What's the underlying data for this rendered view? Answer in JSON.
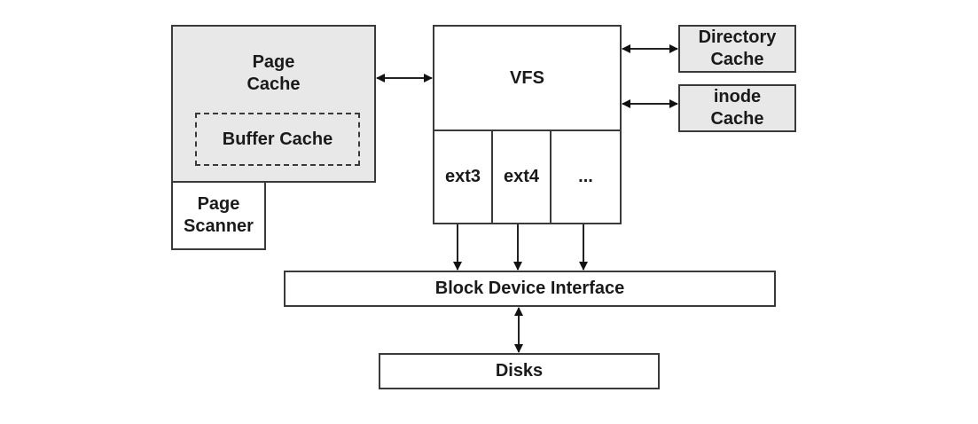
{
  "diagram": {
    "nodes": {
      "page_cache": "Page\nCache",
      "buffer_cache": "Buffer Cache",
      "page_scanner": "Page\nScanner",
      "vfs": "VFS",
      "ext3": "ext3",
      "ext4": "ext4",
      "more_fs": "...",
      "directory_cache": "Directory\nCache",
      "inode_cache": "inode\nCache",
      "block_device_interface": "Block Device Interface",
      "disks": "Disks"
    },
    "edges": [
      {
        "from": "page_cache",
        "to": "vfs",
        "type": "bidirectional"
      },
      {
        "from": "vfs",
        "to": "directory_cache",
        "type": "bidirectional"
      },
      {
        "from": "vfs",
        "to": "inode_cache",
        "type": "bidirectional"
      },
      {
        "from": "ext3",
        "to": "block_device_interface",
        "type": "directed"
      },
      {
        "from": "ext4",
        "to": "block_device_interface",
        "type": "directed"
      },
      {
        "from": "more_fs",
        "to": "block_device_interface",
        "type": "directed"
      },
      {
        "from": "block_device_interface",
        "to": "disks",
        "type": "bidirectional"
      }
    ],
    "colors": {
      "cache_fill": "#e8e8e8",
      "stroke": "#3a3a3a"
    }
  }
}
